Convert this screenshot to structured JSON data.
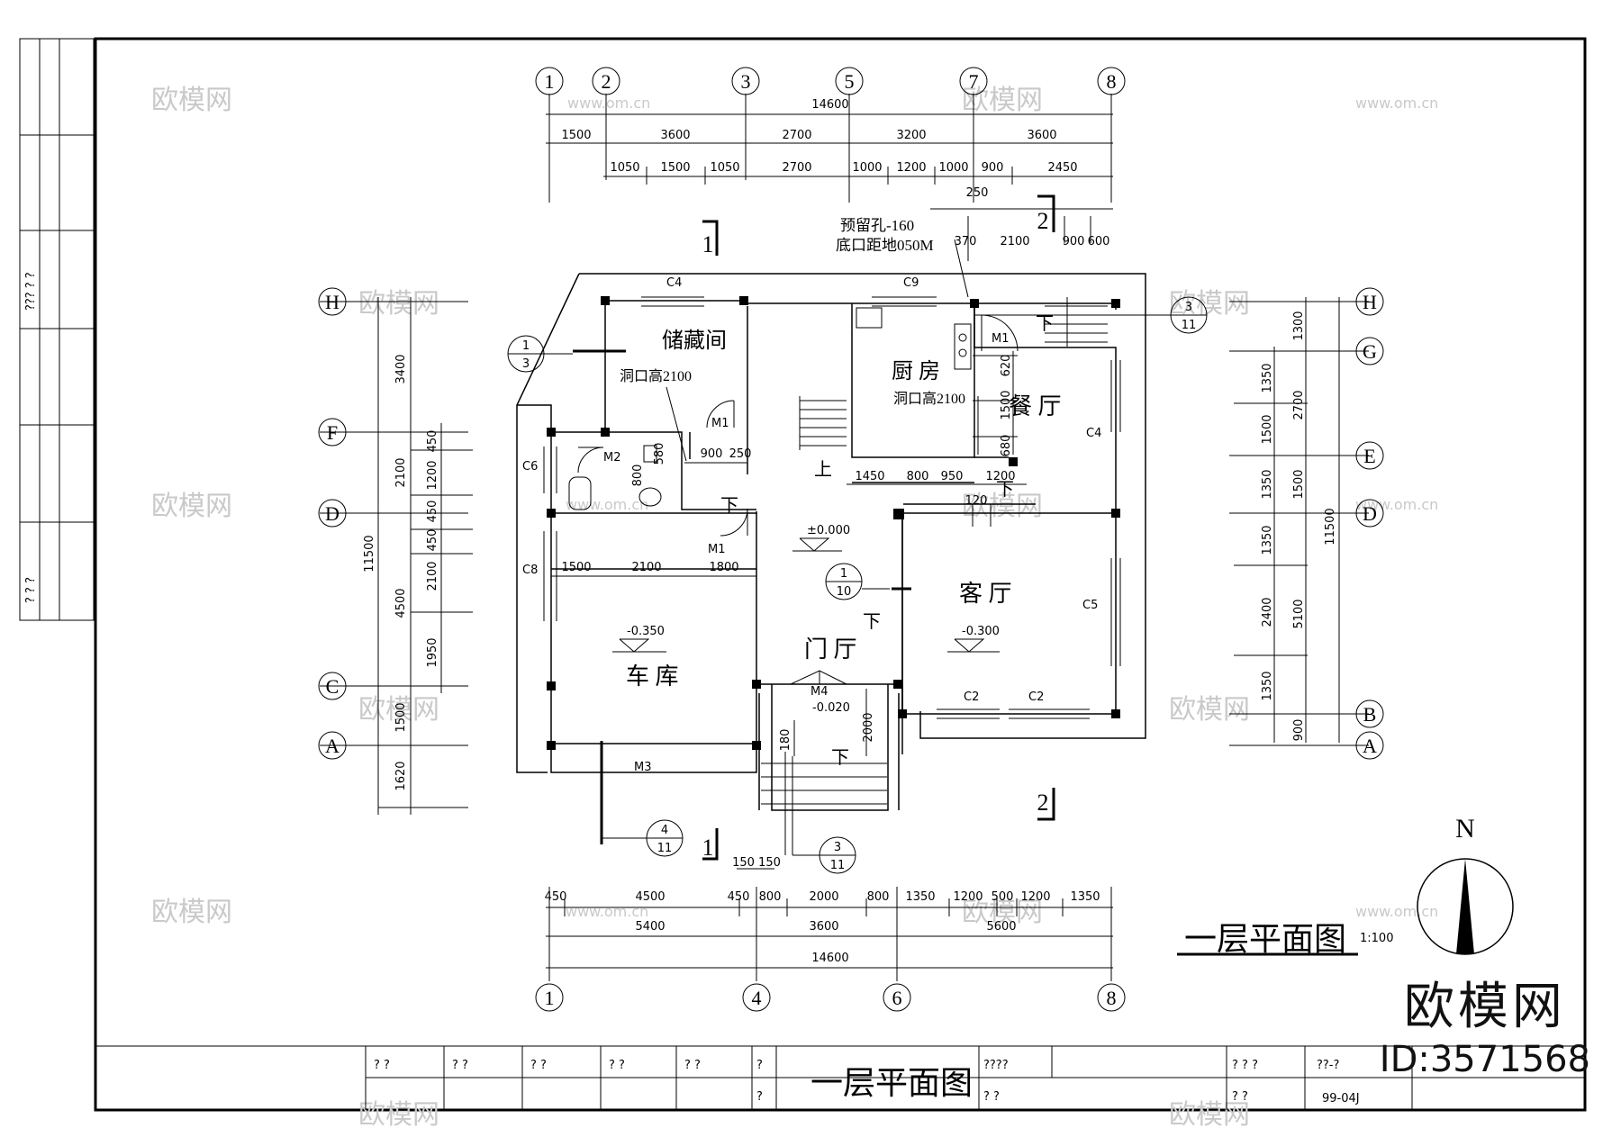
{
  "drawing": {
    "plan_title": "一层平面图",
    "scale": "1:100",
    "north_label": "N"
  },
  "axes": {
    "top": [
      "1",
      "2",
      "3",
      "5",
      "7",
      "8"
    ],
    "bottom": [
      "1",
      "4",
      "6",
      "8"
    ],
    "left": [
      "H",
      "F",
      "D",
      "C",
      "A"
    ],
    "right": [
      "H",
      "G",
      "E",
      "D",
      "B",
      "A"
    ]
  },
  "dimensions": {
    "top_total": "14600",
    "top_row1": [
      "1500",
      "3600",
      "2700",
      "3200",
      "3600"
    ],
    "top_row2": [
      "1050",
      "1500",
      "1050",
      "2700",
      "1000",
      "1200",
      "1000",
      "900",
      "2450"
    ],
    "top_extra": "250",
    "kitchen_row": [
      "370",
      "2100",
      "900",
      "600"
    ],
    "bottom_row1": [
      "450",
      "4500",
      "450",
      "800",
      "2000",
      "800",
      "1350",
      "1200",
      "500",
      "1200",
      "1350"
    ],
    "bottom_row2": [
      "5400",
      "3600",
      "5600"
    ],
    "bottom_total": "14600",
    "bottom_small": "150 150",
    "left_outer": [
      "3400",
      "2100",
      "4500",
      "1500",
      "1620"
    ],
    "left_inner": [
      "450",
      "1200",
      "450",
      "450",
      "2100",
      "1950"
    ],
    "left_total": "11500",
    "right_outer": [
      "1300",
      "2700",
      "1500",
      "5100",
      "900"
    ],
    "right_inner": [
      "1350",
      "1500",
      "1350",
      "1350",
      "2400",
      "1350"
    ],
    "right_total": "11500",
    "interior": [
      "900",
      "250",
      "1500",
      "2100",
      "1800",
      "1450",
      "800",
      "950",
      "1200",
      "120",
      "620",
      "1500",
      "680",
      "180",
      "2000",
      "580",
      "800"
    ]
  },
  "rooms": {
    "storage": "储藏间",
    "kitchen": "厨 房",
    "dining": "餐 厅",
    "living": "客 厅",
    "garage": "车 库",
    "hall": "门 厅",
    "up": "上",
    "down": "下"
  },
  "notes": {
    "reserved_hole": "预留孔-160",
    "hole_height": "底口距地050M",
    "opening_storage": "洞口高2100",
    "opening_kitchen": "洞口高2100"
  },
  "levels": {
    "hall": "±0.000",
    "garage": "-0.350",
    "living": "-0.300",
    "entry": "-0.020"
  },
  "tags": {
    "windows": [
      "C4",
      "C9",
      "C6",
      "C8",
      "C4",
      "C5",
      "C2",
      "C2"
    ],
    "doors": [
      "M1",
      "M1",
      "M1",
      "M2",
      "M3",
      "M4"
    ]
  },
  "sections": {
    "cut1": "1",
    "cut2": "2"
  },
  "callouts": [
    {
      "num": "1",
      "sheet": "3"
    },
    {
      "num": "3",
      "sheet": "11"
    },
    {
      "num": "1",
      "sheet": "10"
    },
    {
      "num": "4",
      "sheet": "11"
    },
    {
      "num": "3",
      "sheet": "11"
    }
  ],
  "titleblock": {
    "cells": [
      "?   ?",
      "?   ?",
      "?   ?",
      "?   ?",
      "?   ?",
      "?",
      "?"
    ],
    "main_title": "一层平面图",
    "project": "????",
    "project_sub": "?      ?",
    "right_top": "?  ?  ?",
    "right_bottom": "?      ?",
    "drawing_no_top": "??-?",
    "drawing_no": "99-04J"
  },
  "left_strip": {
    "top": "??? ?  ?",
    "bottom": "? ?  ?"
  },
  "watermarks": {
    "site": "欧模网",
    "url": "www.om.cn"
  },
  "brand": {
    "name": "欧模网",
    "id": "ID:3571568"
  }
}
